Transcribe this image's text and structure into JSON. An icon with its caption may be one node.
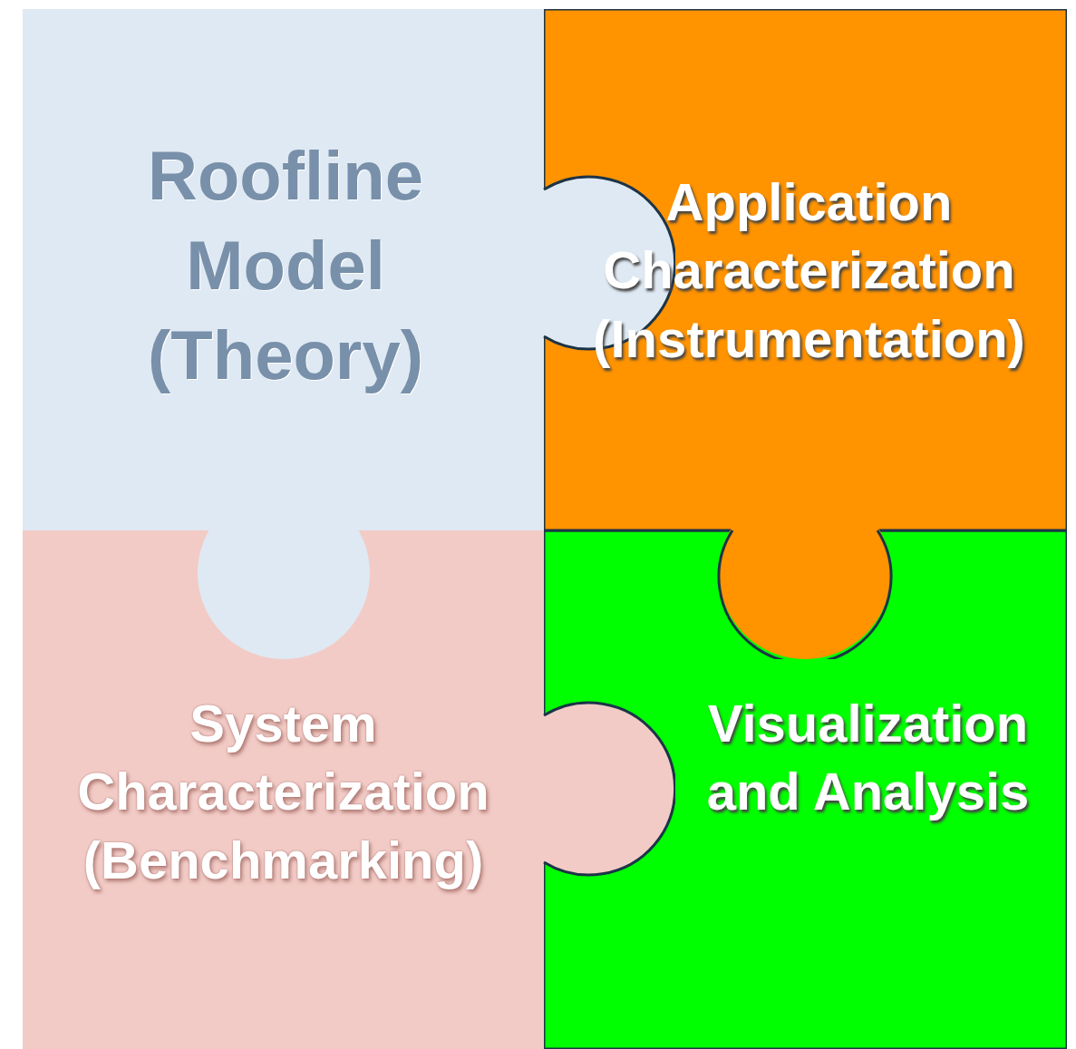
{
  "diagram": {
    "nodes": [
      {
        "text": [
          "Roofline Model (Theory)"
        ]
      },
      {
        "text": [
          "Application Characterization (Instrumentation)"
        ]
      },
      {
        "text": [
          "System Characterization (Benchmarking)"
        ]
      },
      {
        "text": [
          "Visualization and Analysis"
        ]
      }
    ]
  }
}
